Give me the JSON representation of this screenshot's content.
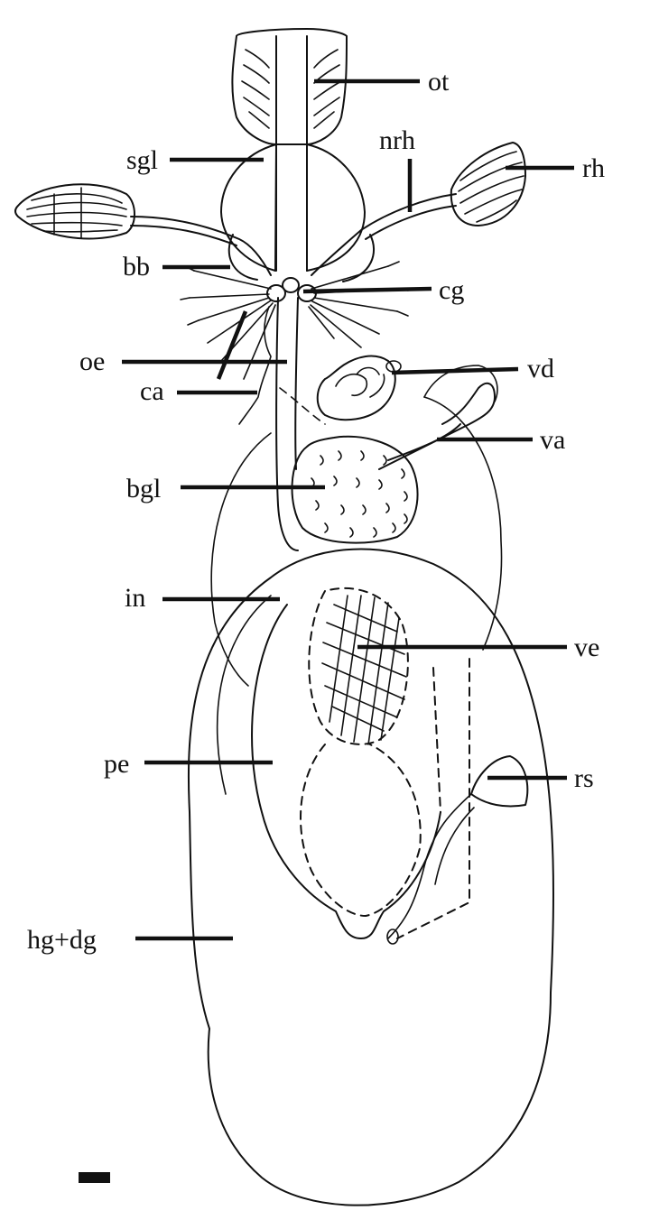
{
  "labels": {
    "ot": "ot",
    "nrh": "nrh",
    "sgl": "sgl",
    "rh": "rh",
    "bb": "bb",
    "cg": "cg",
    "oe": "oe",
    "vd": "vd",
    "ca": "ca",
    "va": "va",
    "bgl": "bgl",
    "in": "in",
    "ve": "ve",
    "pe": "pe",
    "rs": "rs",
    "hgdg": "hg+dg"
  },
  "colors": {
    "ink": "#111111",
    "background": "#ffffff"
  }
}
